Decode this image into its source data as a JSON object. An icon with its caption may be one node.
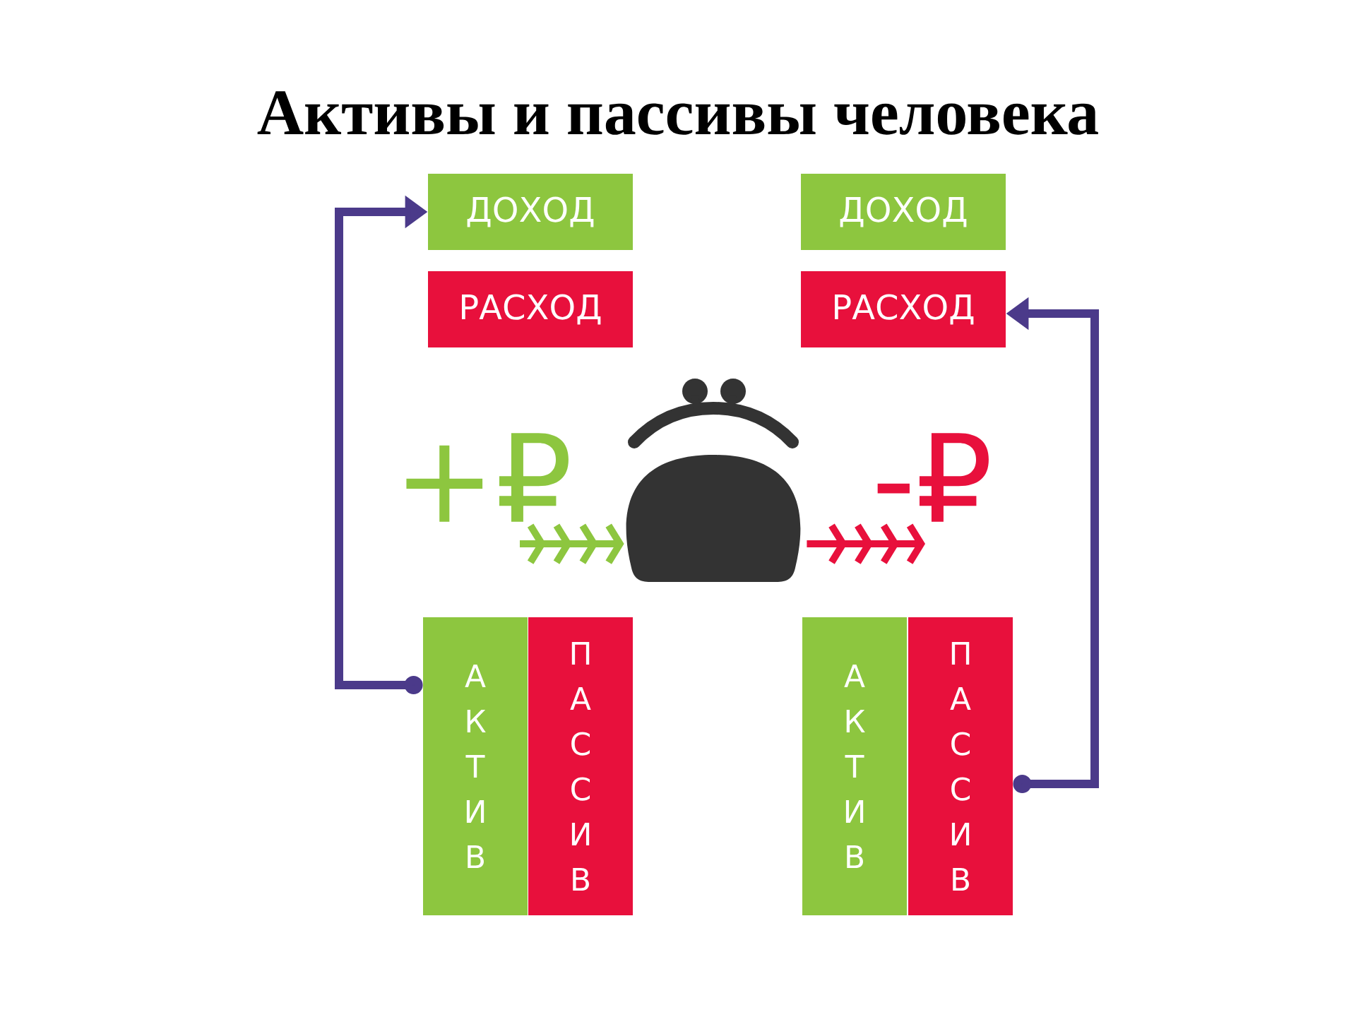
{
  "diagram": {
    "title": "Активы и пассивы человека",
    "nodes": [
      {
        "text": [
          "ДОХОД"
        ]
      },
      {
        "text": [
          "ДОХОД"
        ]
      },
      {
        "text": [
          "РАСХОД"
        ]
      },
      {
        "text": [
          "РАСХОД"
        ]
      },
      {
        "text": [
          "+₽"
        ]
      },
      {
        "text": [],
        "shape": "purse"
      },
      {
        "text": [
          "-₽"
        ]
      },
      {
        "text": [
          "АКТИВ"
        ]
      },
      {
        "text": [
          "ПАССИВ"
        ]
      },
      {
        "text": [
          "АКТИВ"
        ]
      },
      {
        "text": [
          "ПАССИВ"
        ]
      }
    ],
    "edges": [
      {
        "from": 7,
        "to": 0,
        "arrow": "to",
        "color": "#4b3a8a"
      },
      {
        "from": 10,
        "to": 3,
        "arrow": "to",
        "color": "#4b3a8a"
      },
      {
        "from": 4,
        "to": 5,
        "arrow": "to",
        "color": "#8dc63f"
      },
      {
        "from": 5,
        "to": 6,
        "arrow": "to",
        "color": "#e8103c"
      }
    ]
  }
}
